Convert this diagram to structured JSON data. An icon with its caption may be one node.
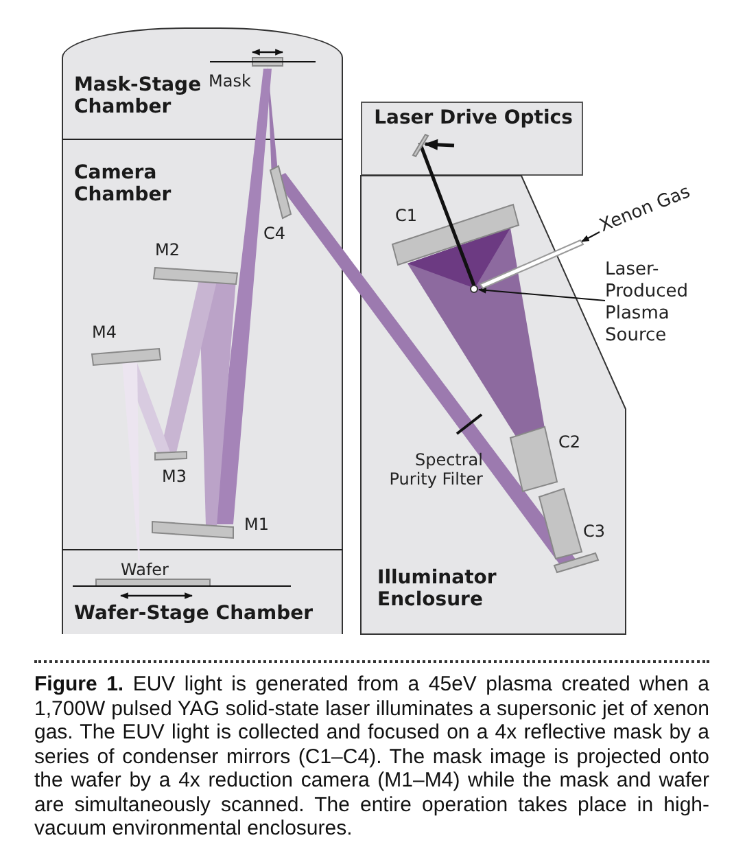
{
  "diagram": {
    "caption": "**Figure 1.** EUV light is generated from a 45eV plasma created when a 1,700W pulsed YAG solid-state laser illuminates a supersonic jet of xenon gas. The EUV light is collected and focused on a 4x reflective mask by a series of condenser mirrors (C1–C4). The mask image is projected onto the wafer by a 4x reduction camera (M1–M4) while the mask and wafer are simultaneously scanned. The entire operation takes place in high-vacuum environmental enclosures.",
    "nodes": [
      {
        "text": [
          "Mask-Stage Chamber"
        ]
      },
      {
        "text": [
          "Camera Chamber"
        ]
      },
      {
        "text": [
          "Wafer-Stage Chamber"
        ]
      },
      {
        "text": [
          "Laser Drive Optics"
        ]
      },
      {
        "text": [],
        "shape": "bar",
        "in": 3
      },
      {
        "text": [
          "Xenon Gas"
        ]
      },
      {
        "text": [
          "Laser-Produced Plasma Source"
        ]
      },
      {
        "text": [
          "Illuminator Enclosure"
        ]
      },
      {
        "text": [],
        "shape": "bar",
        "in": 7
      },
      {
        "text": [],
        "shape": "circle",
        "in": 7
      }
    ],
    "edges": [
      {
        "from": null,
        "to": 4,
        "arrow": "to",
        "style": "thick"
      },
      {
        "from": 4,
        "to": 9,
        "arrow": "none",
        "style": "thick"
      },
      {
        "from": 5,
        "to": 8,
        "arrow": "to"
      },
      {
        "from": 6,
        "to": 9,
        "arrow": "to"
      }
    ],
    "labels": [
      "Mask",
      "C1",
      "C4",
      "M2",
      "M4",
      "Spectral Purity Filter",
      "C2",
      "M3",
      "M1",
      "C3",
      "Wafer"
    ]
  }
}
